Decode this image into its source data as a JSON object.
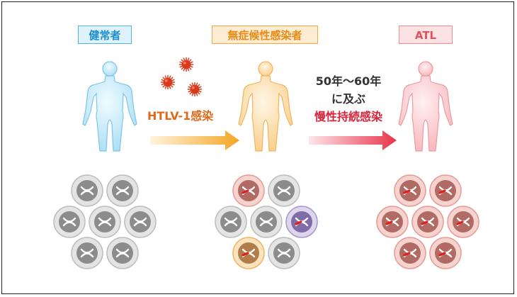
{
  "stages": {
    "healthy": "健常者",
    "carrier": "無症候性感染者",
    "atl": "ATL"
  },
  "infection_label": "HTLV-1感染",
  "duration": {
    "line1": "50年〜60年",
    "line2": "に及ぶ",
    "line3": "慢性持続感染"
  },
  "colors": {
    "healthy_accent": "#1b8fcf",
    "carrier_accent": "#ea8a12",
    "atl_accent": "#e2515e",
    "chronic_text": "#d8243b",
    "virus": "#d93a1e"
  },
  "icons": {
    "person": "human-silhouette-icon",
    "virus": "virus-icon",
    "cell": "cell-icon",
    "arrow": "arrow-right-icon"
  }
}
